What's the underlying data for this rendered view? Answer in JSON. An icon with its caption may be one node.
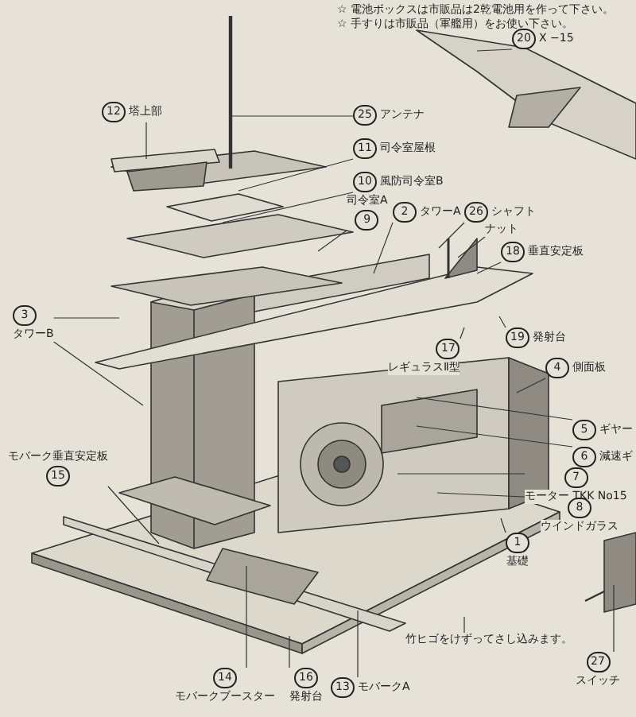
{
  "diagram": {
    "nodes": [
      {
        "text": [
          "12",
          "塔上部"
        ]
      },
      {
        "text": [
          "25",
          "アンテナ"
        ]
      },
      {
        "text": [
          "11",
          "司令室屋根"
        ]
      },
      {
        "text": [
          "10",
          "風防司令室B"
        ]
      },
      {
        "text": [
          "司令室A",
          "9"
        ]
      },
      {
        "text": [
          "2",
          "タワーA"
        ]
      },
      {
        "text": [
          "26",
          "シャフト"
        ]
      },
      {
        "text": [
          "ナット"
        ]
      },
      {
        "text": [
          "18",
          "垂直安定板"
        ]
      },
      {
        "text": [
          "19",
          "発射台"
        ]
      },
      {
        "text": [
          "17",
          "レギュラスⅡ型"
        ]
      },
      {
        "text": [
          "4",
          "側面板"
        ]
      },
      {
        "text": [
          "3",
          "タワーB"
        ]
      },
      {
        "text": [
          "5",
          "ギヤー"
        ]
      },
      {
        "text": [
          "6",
          "減速ギ"
        ]
      },
      {
        "text": [
          "7",
          "モーター TKK No15"
        ]
      },
      {
        "text": [
          "8",
          "ウインドガラス"
        ]
      },
      {
        "text": [
          "1",
          "基礎"
        ]
      },
      {
        "text": [
          "モバーク垂直安定板",
          "15"
        ]
      },
      {
        "text": [
          "14",
          "モバークブースター"
        ]
      },
      {
        "text": [
          "16",
          "発射台"
        ]
      },
      {
        "text": [
          "13",
          "モバークA"
        ]
      },
      {
        "text": [
          "27",
          "スイッチ"
        ]
      },
      {
        "text": [
          "20",
          "X −15"
        ]
      },
      {
        "text": [
          "竹ヒゴをけずってさし込みます。"
        ]
      }
    ],
    "edges": [
      {
        "from": 0,
        "to": null,
        "arrow": "none"
      },
      {
        "from": 1,
        "to": null,
        "arrow": "none"
      },
      {
        "from": 2,
        "to": null,
        "arrow": "none"
      },
      {
        "from": 3,
        "to": null,
        "arrow": "none"
      },
      {
        "from": 4,
        "to": null,
        "arrow": "none"
      },
      {
        "from": 5,
        "to": null,
        "arrow": "none"
      },
      {
        "from": 6,
        "to": null,
        "arrow": "none"
      },
      {
        "from": 7,
        "to": null,
        "arrow": "none"
      },
      {
        "from": 8,
        "to": null,
        "arrow": "none"
      },
      {
        "from": 9,
        "to": null,
        "arrow": "none"
      },
      {
        "from": 10,
        "to": null,
        "arrow": "none"
      },
      {
        "from": 11,
        "to": null,
        "arrow": "none"
      },
      {
        "from": 12,
        "to": null,
        "arrow": "none"
      },
      {
        "from": 12,
        "to": null,
        "arrow": "none"
      },
      {
        "from": 13,
        "to": null,
        "arrow": "none"
      },
      {
        "from": 14,
        "to": null,
        "arrow": "none"
      },
      {
        "from": 15,
        "to": null,
        "arrow": "none"
      },
      {
        "from": 16,
        "to": null,
        "arrow": "none"
      },
      {
        "from": 17,
        "to": null,
        "arrow": "none"
      },
      {
        "from": 18,
        "to": null,
        "arrow": "none"
      },
      {
        "from": 19,
        "to": null,
        "arrow": "none"
      },
      {
        "from": 20,
        "to": null,
        "arrow": "none"
      },
      {
        "from": 21,
        "to": null,
        "arrow": "none"
      },
      {
        "from": 22,
        "to": null,
        "arrow": "none"
      },
      {
        "from": 23,
        "to": null,
        "arrow": "none"
      },
      {
        "from": 24,
        "to": null,
        "arrow": "none"
      }
    ],
    "labels": [
      "☆ 電池ボックスは市販品は2乾電池用を作って下さい。",
      "☆ 手すりは市販品（軍艦用）をお使い下さい。"
    ]
  }
}
